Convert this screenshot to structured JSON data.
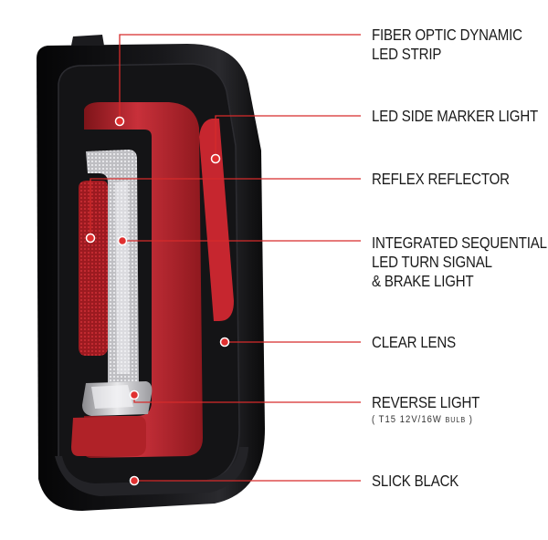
{
  "callouts": [
    {
      "id": "fiber-optic",
      "lines": [
        "FIBER OPTIC DYNAMIC",
        "LED STRIP"
      ]
    },
    {
      "id": "side-marker",
      "lines": [
        "LED SIDE MARKER LIGHT"
      ]
    },
    {
      "id": "reflex",
      "lines": [
        "REFLEX REFLECTOR"
      ]
    },
    {
      "id": "sequential",
      "lines": [
        "INTEGRATED SEQUENTIAL",
        "LED TURN SIGNAL",
        "& BRAKE LIGHT"
      ]
    },
    {
      "id": "clear-lens",
      "lines": [
        "CLEAR LENS"
      ]
    },
    {
      "id": "reverse",
      "lines": [
        "REVERSE LIGHT"
      ],
      "note_open": "( T15  12V/16W ",
      "note_unit": "BULB",
      "note_close": " )"
    },
    {
      "id": "slick-black",
      "lines": [
        "SLICK BLACK"
      ]
    }
  ],
  "colors": {
    "callout_line": "#d62b2b",
    "marker_dot": "#e03030",
    "lamp_housing": "#0c0c0e",
    "led_red": "#b8232b",
    "reflector_red": "#a81c22",
    "clear_lens": "#d9d9d9"
  }
}
